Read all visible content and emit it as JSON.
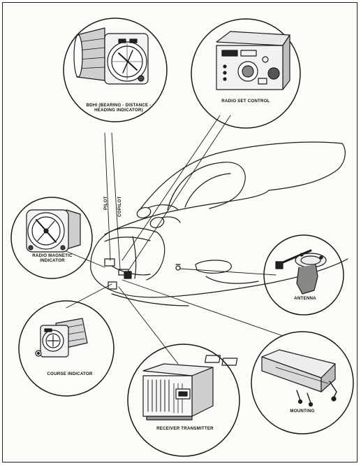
{
  "labels": {
    "bdhi": "BDHI (BEARING - DISTANCE - HEADING INDICATOR)",
    "radio_set_control": "RADIO SET CONTROL",
    "rmi": "RADIO MAGNETIC INDICATOR",
    "antenna": "ANTENNA",
    "course_indicator": "COURSE INDICATOR",
    "receiver_transmitter": "RECEIVER TRANSMITTER",
    "mounting": "MOUNTING",
    "pilot": "PILOT",
    "copilot": "COPILOT"
  }
}
